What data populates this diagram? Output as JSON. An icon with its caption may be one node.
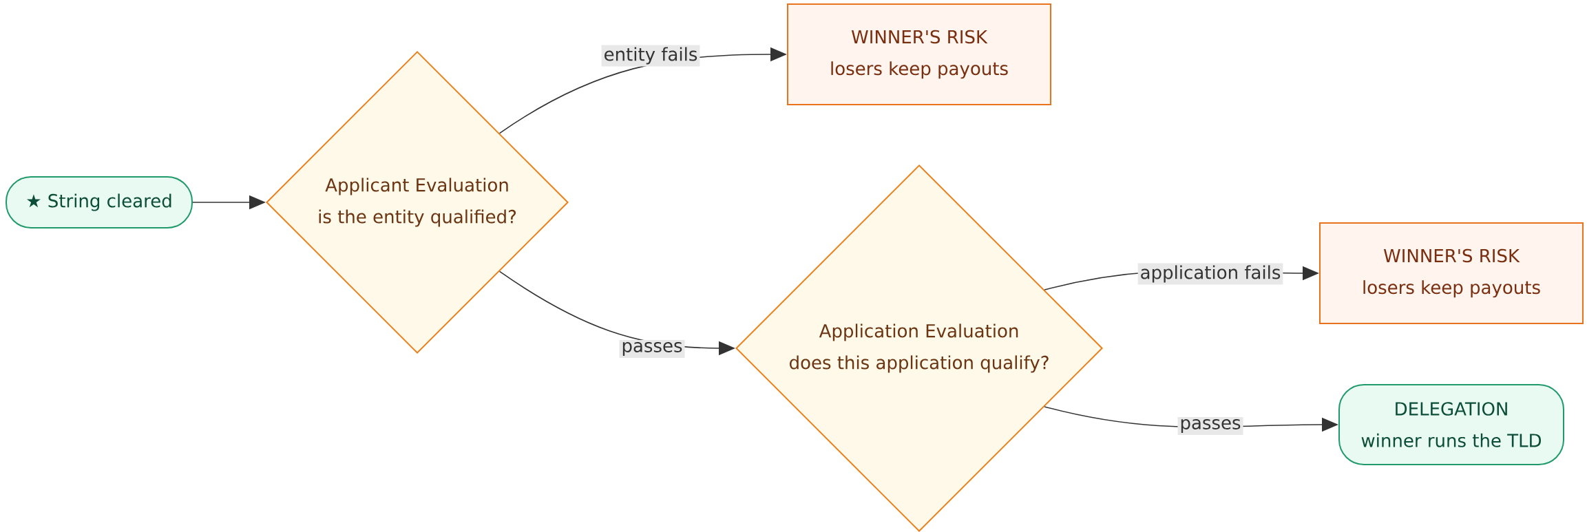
{
  "diagram": {
    "nodes": [
      {
        "text": [
          "★ String cleared"
        ]
      },
      {
        "text": [
          "Applicant Evaluation",
          "is the entity qualified?"
        ]
      },
      {
        "text": [
          "WINNER'S RISK",
          "losers keep payouts"
        ]
      },
      {
        "text": [
          "Application Evaluation",
          "does this application qualify?"
        ]
      },
      {
        "text": [
          "WINNER'S RISK",
          "losers keep payouts"
        ]
      },
      {
        "text": [
          "DELEGATION",
          "winner runs the TLD"
        ]
      }
    ],
    "edges": [
      {
        "from": 0,
        "to": 1,
        "arrow": "to"
      },
      {
        "from": 1,
        "to": 2,
        "arrow": "to",
        "label": "entity fails"
      },
      {
        "from": 1,
        "to": 3,
        "arrow": "to",
        "label": "passes"
      },
      {
        "from": 3,
        "to": 4,
        "arrow": "to",
        "label": "application fails"
      },
      {
        "from": 3,
        "to": 5,
        "arrow": "to",
        "label": "passes"
      }
    ]
  }
}
